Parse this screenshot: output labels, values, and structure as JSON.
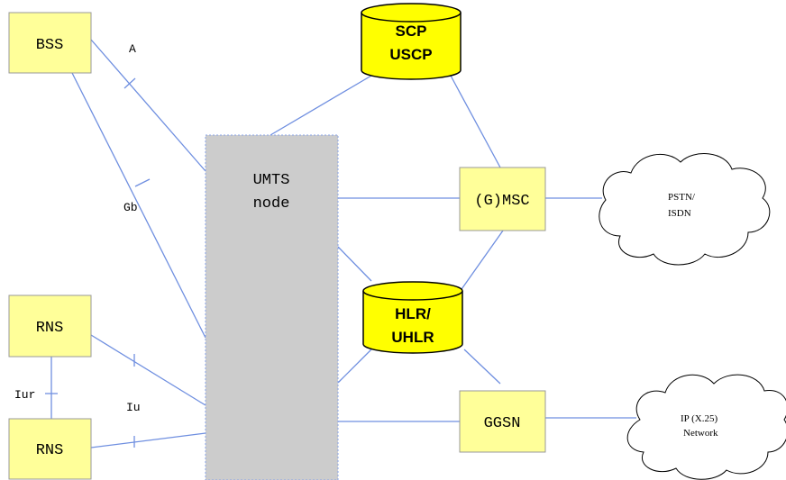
{
  "nodes": {
    "bss": "BSS",
    "rns_top": "RNS",
    "rns_bottom": "RNS",
    "umts_line1": "UMTS",
    "umts_line2": "node",
    "scp_line1": "SCP",
    "scp_line2": "USCP",
    "gmsc": "(G)MSC",
    "hlr_line1": "HLR/",
    "hlr_line2": "UHLR",
    "ggsn": "GGSN"
  },
  "interfaces": {
    "a": "A",
    "gb": "Gb",
    "iur": "Iur",
    "iu": "Iu"
  },
  "clouds": {
    "pstn_line1": "PSTN/",
    "pstn_line2": "ISDN",
    "ip_line1": "IP (X.25)",
    "ip_line2": "Network"
  },
  "colors": {
    "box_fill": "#ffff99",
    "db_fill": "#ffff00",
    "umts_fill": "#cccccc",
    "link": "#6f8fe0"
  }
}
